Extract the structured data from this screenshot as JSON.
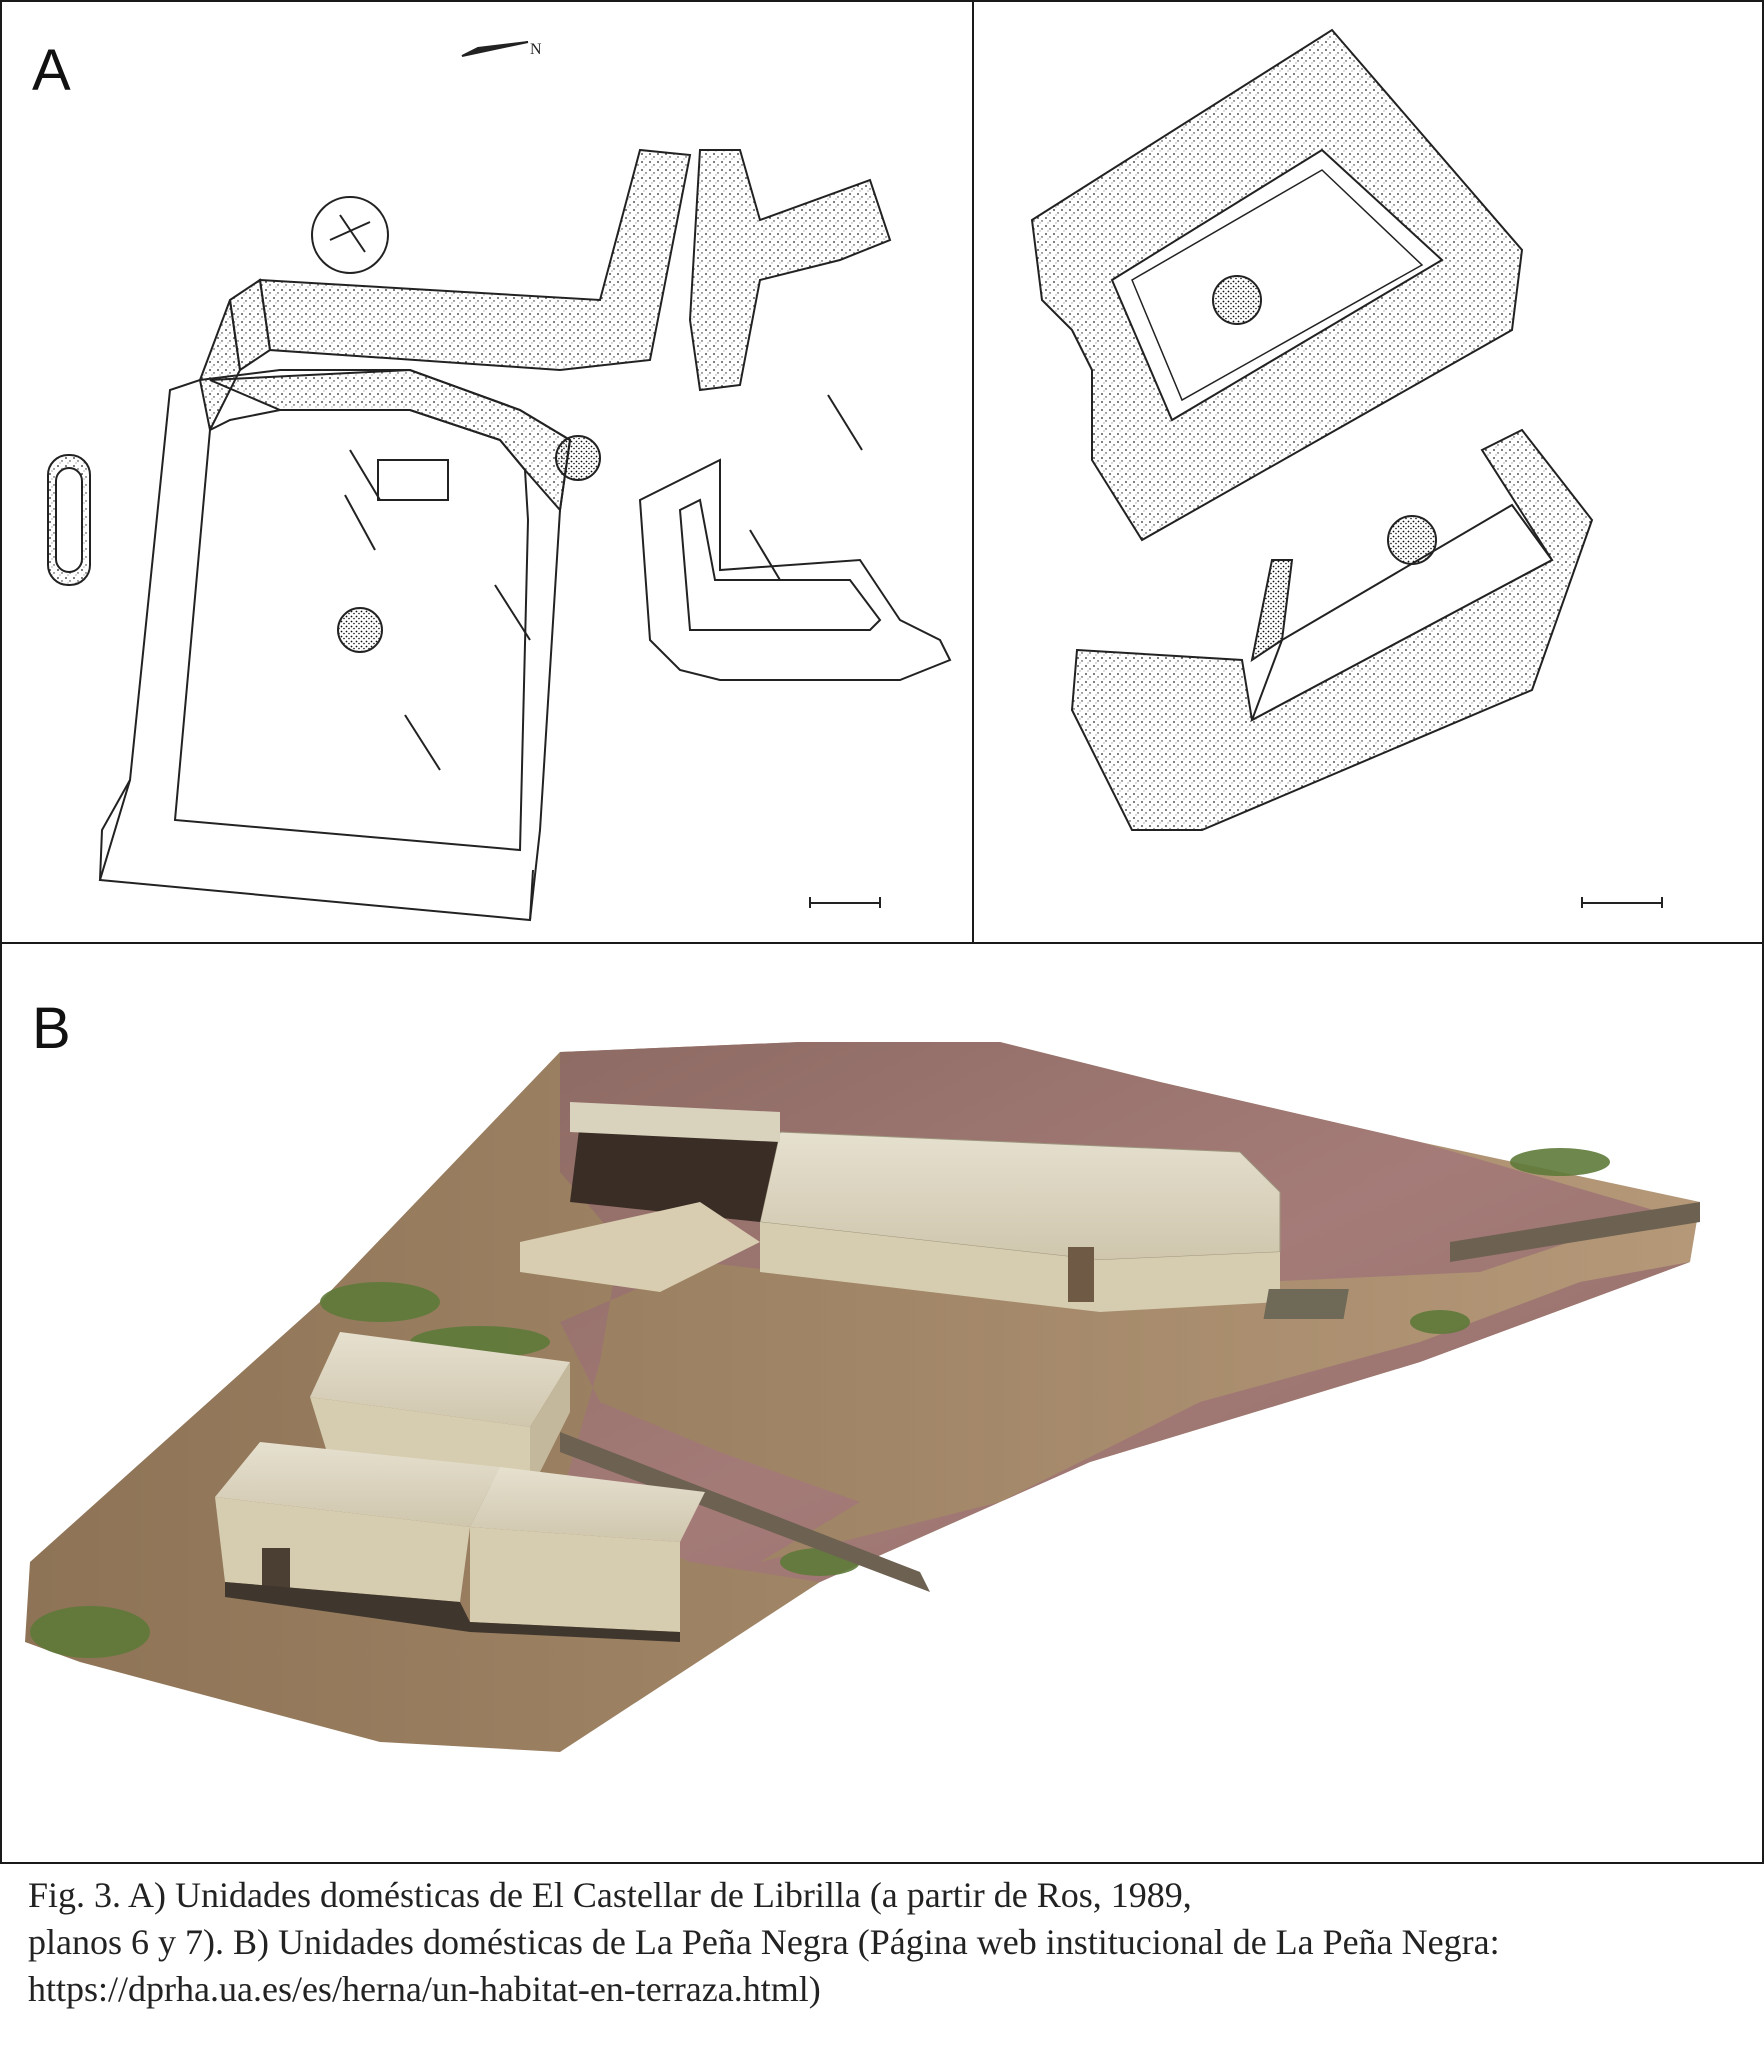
{
  "figure": {
    "panel_a_label": "A",
    "panel_b_label": "B",
    "caption_lines": [
      "Fig. 3. A) Unidades domésticas de El Castellar de Librilla (a partir de Ros, 1989,",
      "planos 6 y 7). B) Unidades domésticas de La Peña Negra (Página web institucional de La Peña Negra:",
      "https://dprha.ua.es/es/herna/un-habitat-en-terraza.html)"
    ]
  },
  "drawings": {
    "plan_left": "El Castellar de Librilla plan 6",
    "plan_right": "El Castellar de Librilla plan 7",
    "north_arrow": "N",
    "scale_unit": "m"
  },
  "colors": {
    "ink": "#1a1a1a",
    "terrain_brown": "#a88a6a",
    "terrain_red": "#9c6b6e",
    "wall_cream": "#ddd5bd",
    "vegetation": "#5e7a3a"
  }
}
